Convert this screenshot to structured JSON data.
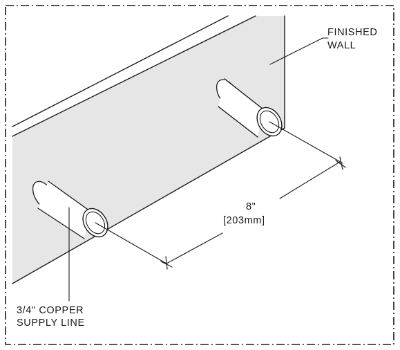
{
  "labels": {
    "finished_wall_line1": "FINISHED",
    "finished_wall_line2": "WALL",
    "dimension_imperial": "8\"",
    "dimension_metric": "[203mm]",
    "supply_line_line1": "3/4\" COPPER",
    "supply_line_line2": "SUPPLY LINE"
  },
  "colors": {
    "wall_face": "#e6e6e6",
    "line": "#1a1a1a",
    "background": "#ffffff"
  }
}
